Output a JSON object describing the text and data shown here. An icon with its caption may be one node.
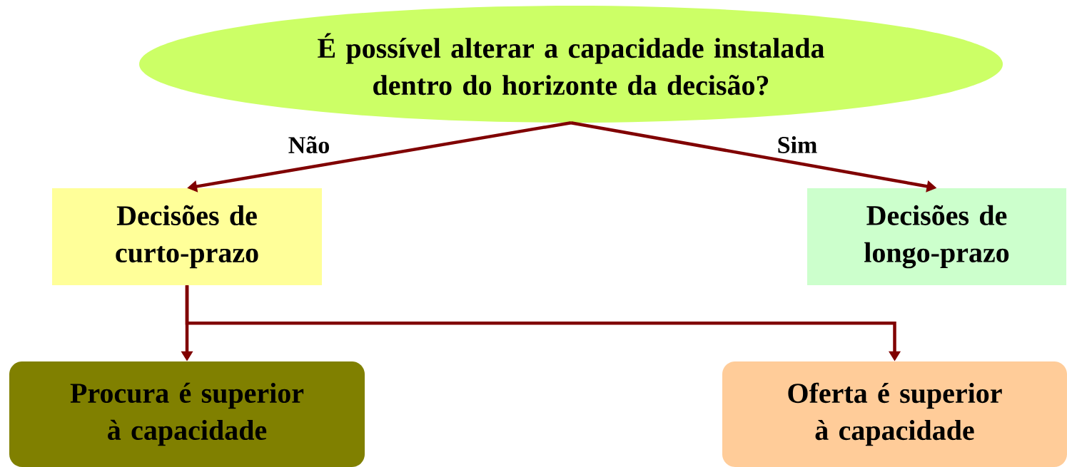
{
  "diagram": {
    "nodes": [
      {
        "text": [
          "É possível alterar a capacidade instalada dentro do horizonte da decisão?"
        ]
      },
      {
        "text": [
          "Decisões de curto-prazo"
        ]
      },
      {
        "text": [
          "Decisões de longo-prazo"
        ]
      },
      {
        "text": [
          "Procura é superior à capacidade"
        ]
      },
      {
        "text": [
          "Oferta é superior à capacidade"
        ]
      }
    ],
    "edges": [
      {
        "from": 0,
        "to": 1,
        "arrow": "to",
        "label": "Não"
      },
      {
        "from": 0,
        "to": 2,
        "arrow": "to",
        "label": "Sim"
      },
      {
        "from": 1,
        "to": 3,
        "arrow": "to"
      },
      {
        "from": 1,
        "to": 4,
        "arrow": "to"
      }
    ]
  }
}
